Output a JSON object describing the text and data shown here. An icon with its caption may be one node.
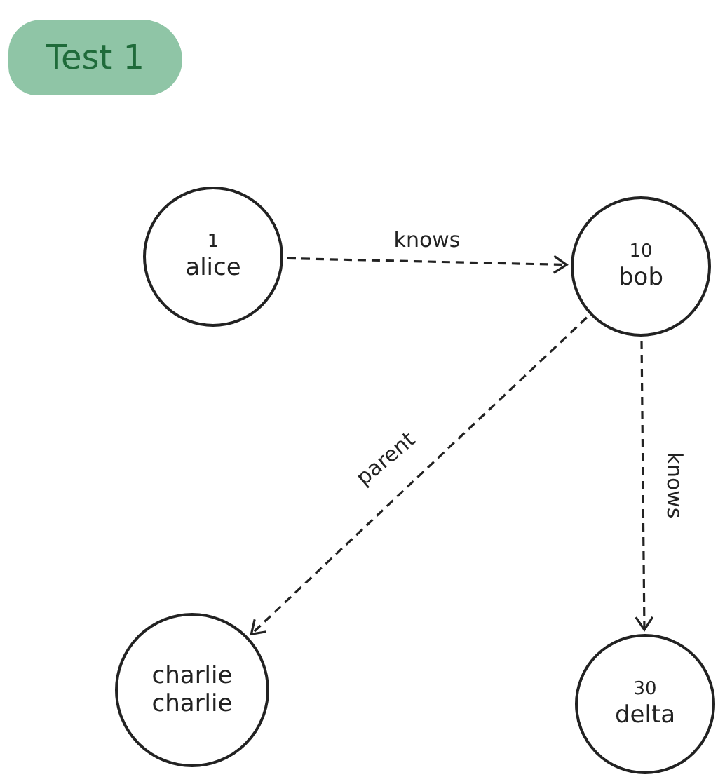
{
  "diagram": {
    "title": "Test 1",
    "nodes": [
      {
        "text": [
          "1",
          "alice"
        ]
      },
      {
        "text": [
          "10",
          "bob"
        ]
      },
      {
        "text": [
          "charlie",
          "charlie"
        ]
      },
      {
        "text": [
          "30",
          "delta"
        ]
      }
    ],
    "edges": [
      {
        "from": 0,
        "to": 1,
        "arrow": "to",
        "label": "knows",
        "style": "dashed"
      },
      {
        "from": 1,
        "to": 2,
        "arrow": "to",
        "label": "parent",
        "style": "dashed"
      },
      {
        "from": 1,
        "to": 3,
        "arrow": "to",
        "label": "knows",
        "style": "dashed"
      }
    ]
  }
}
